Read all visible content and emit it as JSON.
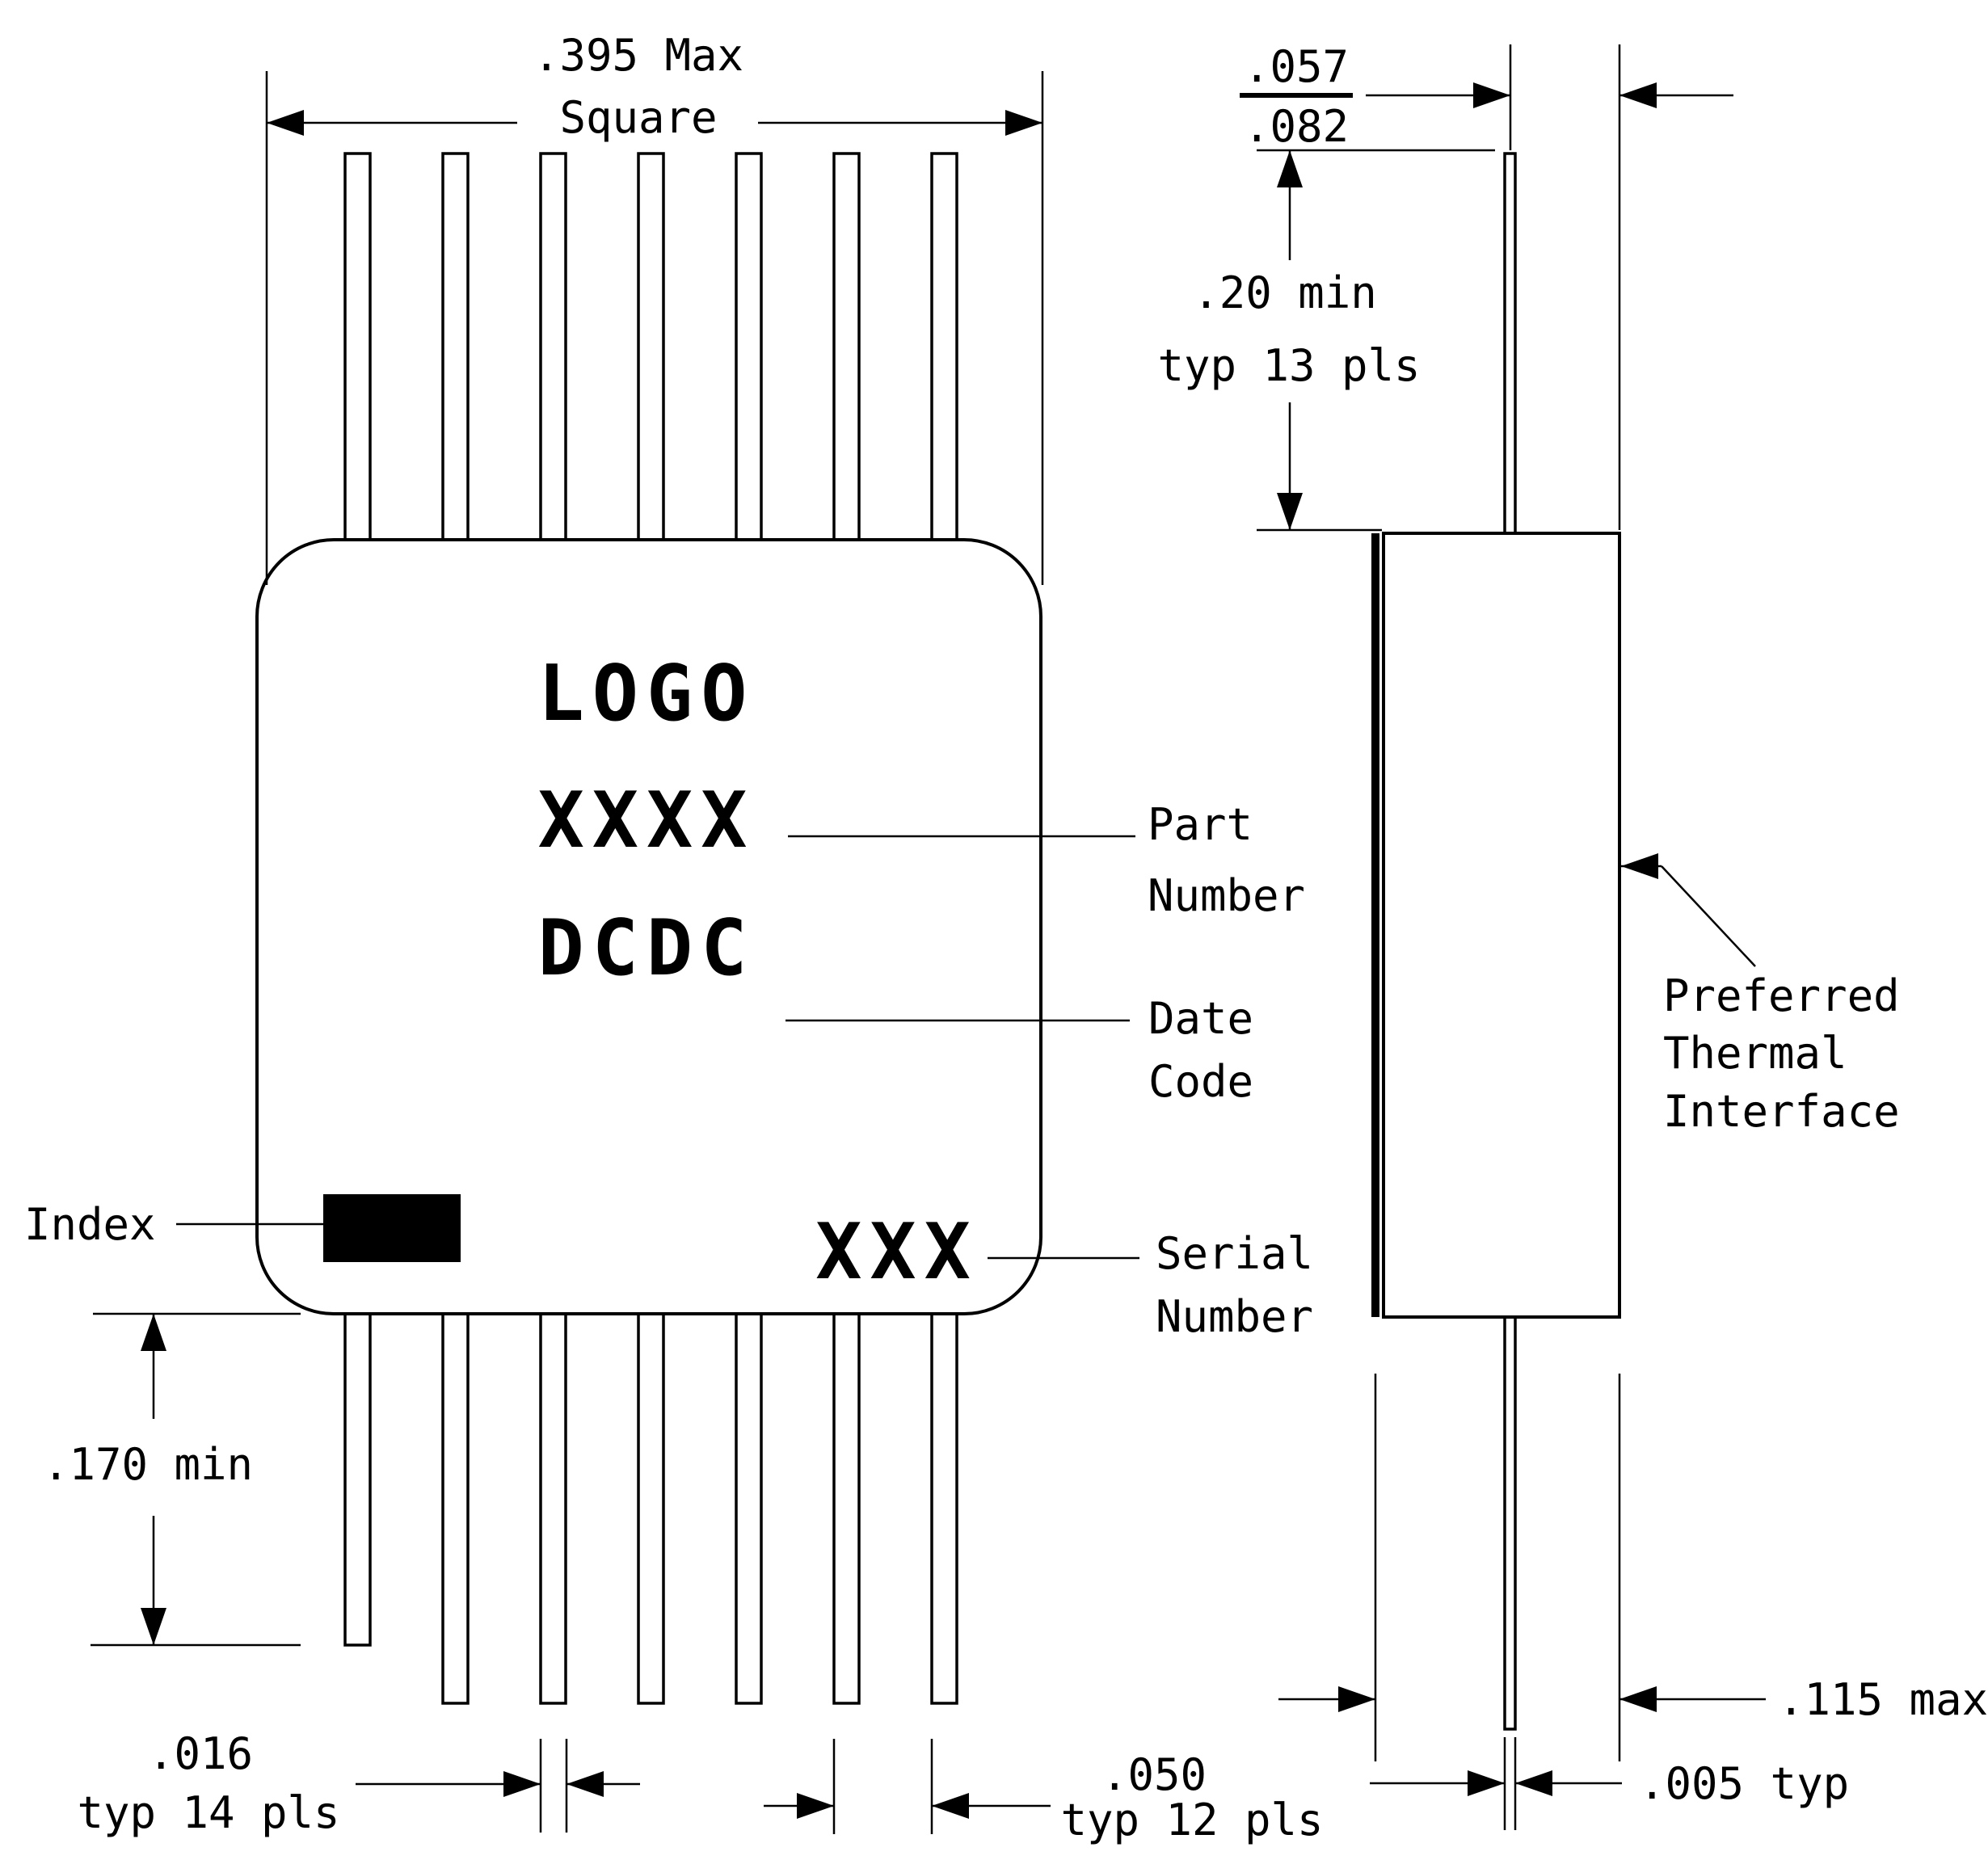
{
  "drawing": {
    "title": "DC-DC converter package outline drawing",
    "colors": {
      "ink": "#000000",
      "paper": "#ffffff"
    },
    "package_markings": {
      "logo": "LOGO",
      "part_number_value": "XXXX",
      "date_code_value": "DCDC",
      "serial_number_value": "XXX"
    },
    "dimensions": {
      "body_square": {
        "line1": ".395 Max",
        "line2": "Square"
      },
      "lead_offset": {
        "top": ".057",
        "bottom": ".082"
      },
      "lead_length_typ": {
        "line1": ".20 min",
        "line2": "typ 13 pls"
      },
      "lead_length_index": ".170 min",
      "lead_width": {
        "line1": ".016",
        "line2": "typ 14 pls"
      },
      "lead_pitch": {
        "line1": ".050",
        "line2": "typ 12 pls"
      },
      "body_thickness": ".115 max",
      "lead_thickness": ".005 typ"
    },
    "labels": {
      "index": "Index",
      "part_number": {
        "line1": "Part",
        "line2": "Number"
      },
      "date_code": {
        "line1": "Date",
        "line2": "Code"
      },
      "serial_number": {
        "line1": "Serial",
        "line2": "Number"
      },
      "thermal": {
        "line1": "Preferred",
        "line2": "Thermal",
        "line3": "Interface"
      }
    }
  }
}
